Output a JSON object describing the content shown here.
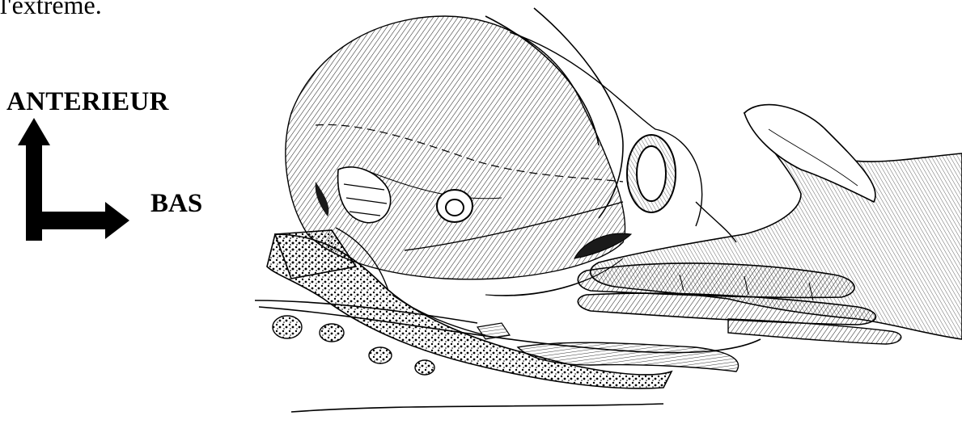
{
  "caption": {
    "partial_text": "l'extrême."
  },
  "orientation": {
    "anterior_label": "ANTERIEUR",
    "down_label": "BAS"
  },
  "colors": {
    "ink": "#000000",
    "background": "#ffffff",
    "shadow": "#1a1a1a"
  }
}
